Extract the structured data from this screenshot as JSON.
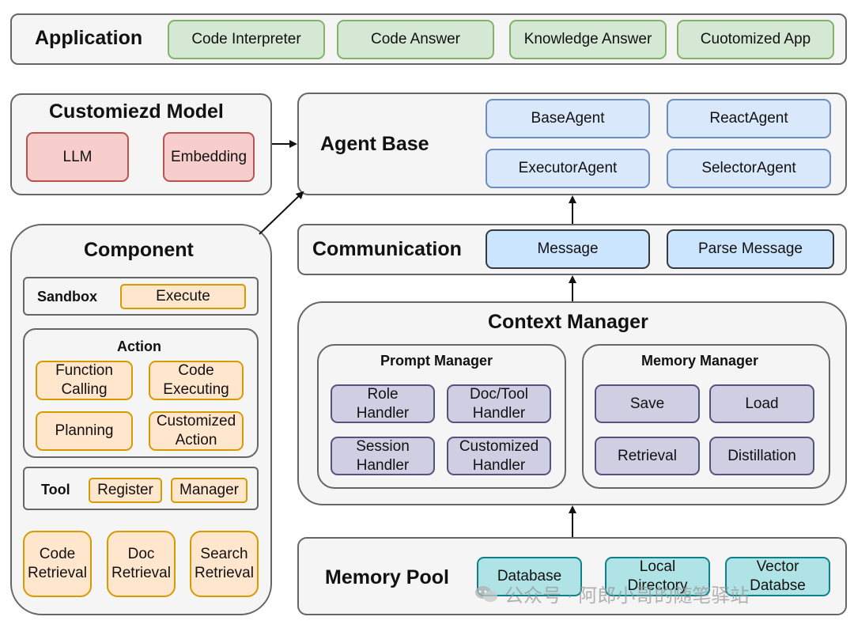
{
  "application": {
    "title": "Application",
    "items": [
      "Code Interpreter",
      "Code Answer",
      "Knowledge Answer",
      "Cuotomized App"
    ]
  },
  "customized_model": {
    "title": "Customiezd Model",
    "items": [
      "LLM",
      "Embedding"
    ]
  },
  "agent_base": {
    "title": "Agent Base",
    "items": [
      "BaseAgent",
      "ReactAgent",
      "ExecutorAgent",
      "SelectorAgent"
    ]
  },
  "communication": {
    "title": "Communication",
    "items": [
      "Message",
      "Parse Message"
    ]
  },
  "component": {
    "title": "Component",
    "sandbox": {
      "title": "Sandbox",
      "items": [
        "Execute"
      ]
    },
    "action": {
      "title": "Action",
      "items": [
        "Function\nCalling",
        "Code\nExecuting",
        "Planning",
        "Customized\nAction"
      ]
    },
    "tool": {
      "title": "Tool",
      "items": [
        "Register",
        "Manager"
      ]
    },
    "retrieval": [
      "Code\nRetrieval",
      "Doc\nRetrieval",
      "Search\nRetrieval"
    ]
  },
  "context_manager": {
    "title": "Context Manager",
    "prompt_manager": {
      "title": "Prompt Manager",
      "items": [
        "Role\nHandler",
        "Doc/Tool\nHandler",
        "Session\nHandler",
        "Customized\nHandler"
      ]
    },
    "memory_manager": {
      "title": "Memory Manager",
      "items": [
        "Save",
        "Load",
        "Retrieval",
        "Distillation"
      ]
    }
  },
  "memory_pool": {
    "title": "Memory Pool",
    "items": [
      "Database",
      "Local\nDirectory",
      "Vector\nDatabse"
    ]
  },
  "watermark": "公众号 · 阿郎小哥的随笔驿站",
  "colors": {
    "green_fill": "#d5e8d4",
    "red_fill": "#f8cecc",
    "blue_fill": "#dae8fc",
    "orange_fill": "#ffe6cc",
    "purple_fill": "#d0cee2",
    "teal_fill": "#b0e3e6",
    "panel_fill": "#f5f5f5"
  }
}
